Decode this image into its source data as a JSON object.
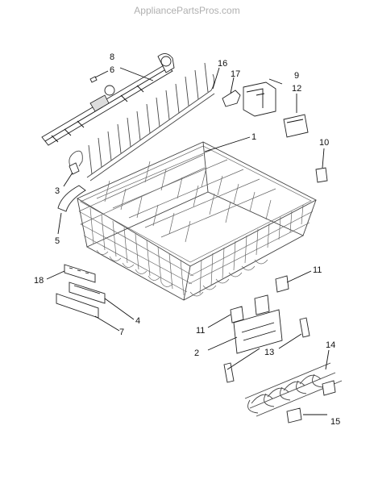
{
  "watermark": "AppliancePartsPros.com",
  "callouts": {
    "c1": "1",
    "c2": "2",
    "c3": "3",
    "c4": "4",
    "c5": "5",
    "c6": "6",
    "c7": "7",
    "c8": "8",
    "c9": "9",
    "c10": "10",
    "c11a": "11",
    "c11b": "11",
    "c12": "12",
    "c13": "13",
    "c14": "14",
    "c15": "15",
    "c16": "16",
    "c17": "17",
    "c18": "18"
  }
}
